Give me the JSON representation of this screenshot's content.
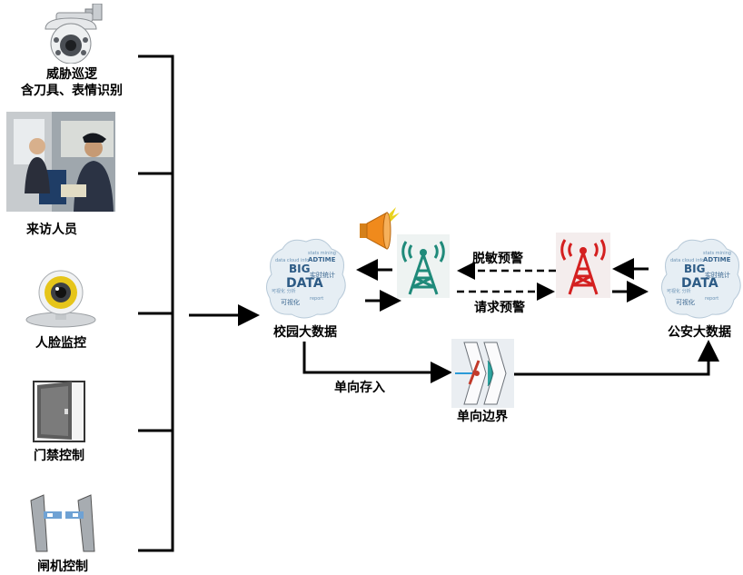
{
  "devices": {
    "camera_dome": {
      "label_line1": "威胁巡逻",
      "label_line2": "含刀具、表情识别"
    },
    "visitor": {
      "label": "来访人员"
    },
    "face_cam": {
      "label": "人脸监控"
    },
    "door": {
      "label": "门禁控制"
    },
    "gate": {
      "label": "闸机控制"
    }
  },
  "nodes": {
    "campus": "校园大数据",
    "police": "公安大数据",
    "boundary": "单向边界"
  },
  "flows": {
    "desensitized_alert": "脱敏预警",
    "request_alert": "请求预警",
    "one_way_store": "单向存入"
  },
  "cloud_words": {
    "big": "BIG",
    "data": "DATA",
    "adtime": "ADTIME",
    "cn1": "实时统计",
    "cn2": "可视化"
  },
  "colors": {
    "tower_green": "#1f8a7a",
    "tower_red": "#d42020",
    "speaker_orange": "#f08a1c",
    "cloud_blue": "#5c8db0"
  },
  "icons": [
    "dome-camera-icon",
    "visitor-photo",
    "webcam-icon",
    "door-icon",
    "turnstile-icon",
    "speaker-icon",
    "green-tower-icon",
    "red-tower-icon",
    "big-data-cloud-icon",
    "one-way-boundary-icon"
  ]
}
